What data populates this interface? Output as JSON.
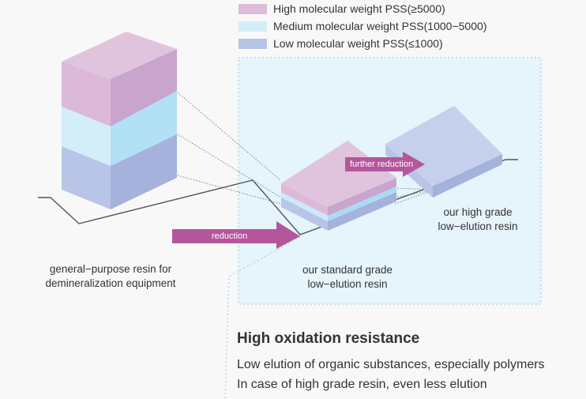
{
  "legend": [
    {
      "label": "High molecular weight PSS(≥5000)",
      "color": "#dcbcd8"
    },
    {
      "label": "Medium molecular weight PSS(1000−5000)",
      "color": "#d3eef8"
    },
    {
      "label": "Low molecular weight PSS(≤1000)",
      "color": "#b5c3e4"
    }
  ],
  "arrows": {
    "reduction": "reduction",
    "further_reduction": "further reduction"
  },
  "labels": {
    "general": [
      "general−purpose resin for",
      "demineralization equipment"
    ],
    "standard": [
      "our standard grade",
      "low−elution resin"
    ],
    "high": [
      "our high grade",
      "low−elution resin"
    ]
  },
  "section": {
    "heading": "High oxidation resistance",
    "lines": [
      "Low elution of organic substances, especially polymers",
      "In case of high grade resin, even less elution"
    ]
  },
  "colors": {
    "arrow": "#b5569c",
    "panel": "#e6f4fb"
  }
}
